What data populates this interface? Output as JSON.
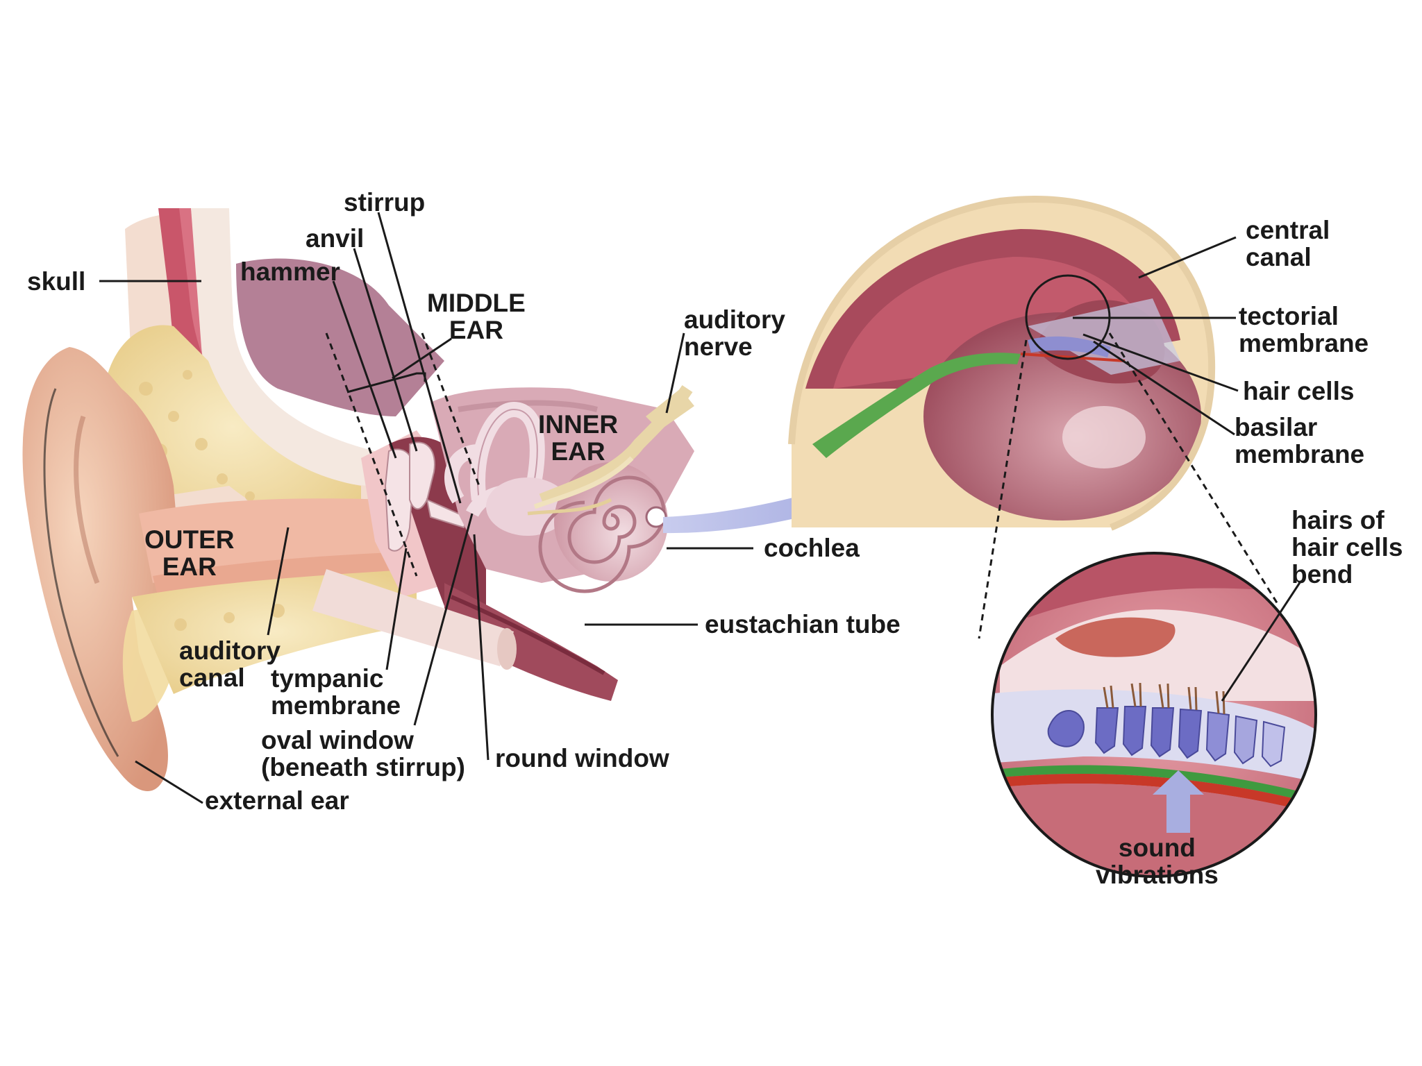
{
  "labels": {
    "skull": "skull",
    "stirrup": "stirrup",
    "anvil": "anvil",
    "hammer": "hammer",
    "middle_ear": [
      "MIDDLE",
      "EAR"
    ],
    "auditory_nerve": [
      "auditory",
      "nerve"
    ],
    "inner_ear": [
      "INNER",
      "EAR"
    ],
    "outer_ear": [
      "OUTER",
      "EAR"
    ],
    "cochlea": "cochlea",
    "eustachian_tube": "eustachian tube",
    "auditory_canal": [
      "auditory",
      "canal"
    ],
    "tympanic_membrane": [
      "tympanic",
      "membrane"
    ],
    "oval_window": [
      "oval window",
      "(beneath stirrup)"
    ],
    "round_window": "round window",
    "external_ear": "external ear",
    "central_canal": [
      "central",
      "canal"
    ],
    "tectorial_membrane": [
      "tectorial",
      "membrane"
    ],
    "hair_cells": "hair cells",
    "basilar_membrane": [
      "basilar",
      "membrane"
    ],
    "hairs_bend": [
      "hairs of",
      "hair cells",
      "bend"
    ],
    "sound_vibrations": [
      "sound",
      "vibrations"
    ]
  },
  "colors": {
    "skin": "#f0c4a8",
    "skin_shadow": "#d89a80",
    "bone_yellow": "#f3e0a8",
    "bone_pale": "#f2e6dc",
    "muscle_red": "#c85a6a",
    "tissue_maroon": "#8c3a4c",
    "inner_pink": "#e8bfc8",
    "canal_lavender": "#c8c8e8",
    "hair_cell_blue": "#6a6ac0",
    "membrane_green": "#3f9a3f",
    "membrane_red": "#c83828",
    "arrow_lavender": "#a8aee0"
  }
}
